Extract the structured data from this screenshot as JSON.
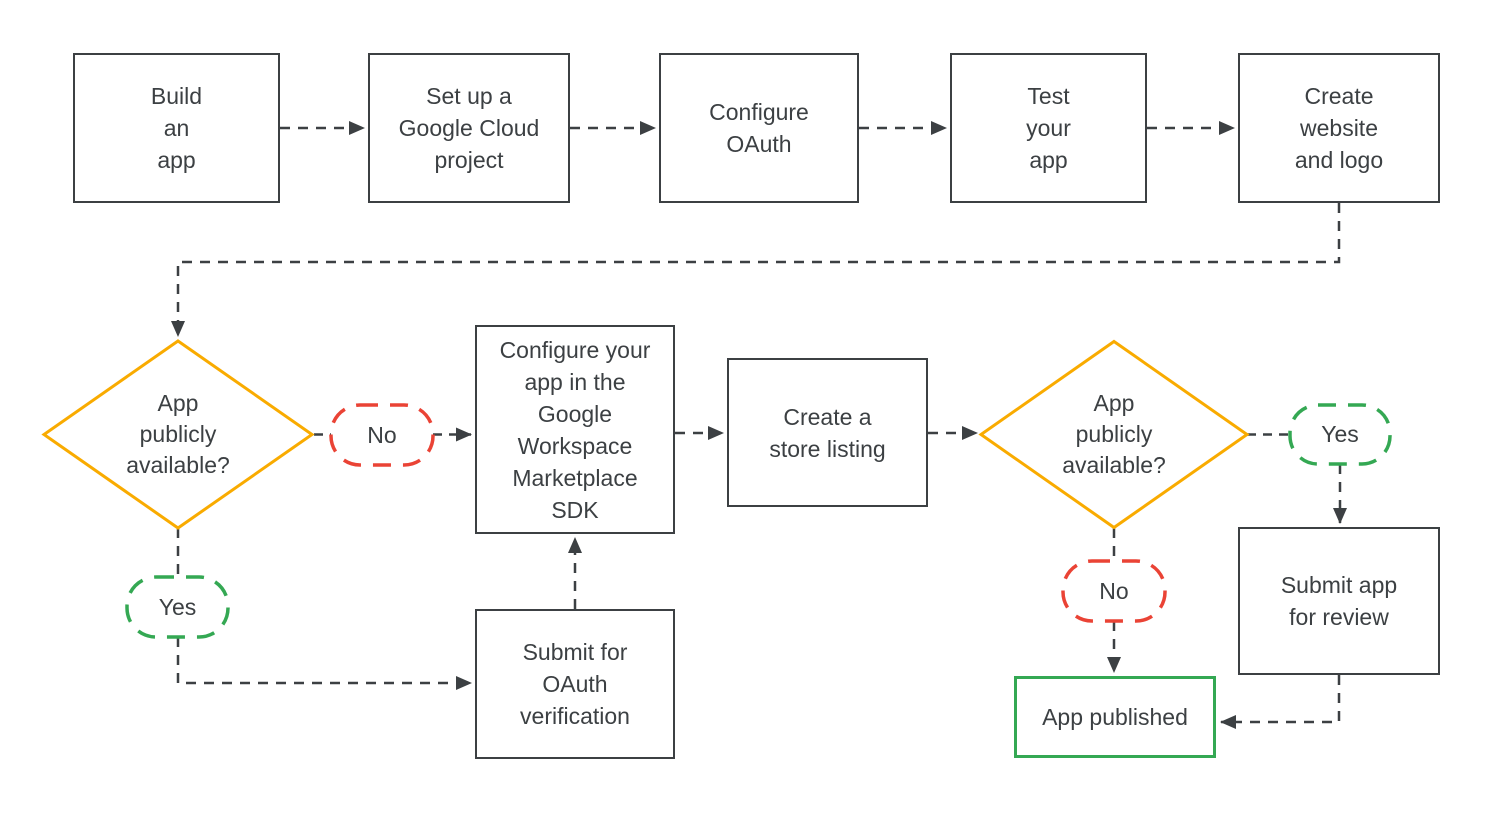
{
  "colors": {
    "ink": "#3c4043",
    "decision_outline": "#f9ab00",
    "no_branch_outline": "#ea4335",
    "yes_branch_outline": "#34a853",
    "published_outline": "#34a853"
  },
  "nodes": {
    "build_app": {
      "label": "Build\nan\napp"
    },
    "cloud_project": {
      "label": "Set up a\nGoogle Cloud\nproject"
    },
    "configure_oauth": {
      "label": "Configure\nOAuth"
    },
    "test_app": {
      "label": "Test\nyour\napp"
    },
    "website_logo": {
      "label": "Create\nwebsite\nand logo"
    },
    "decision_left": {
      "label": "App\npublicly\navailable?"
    },
    "marketplace_sdk": {
      "label": "Configure your\napp in the\nGoogle\nWorkspace\nMarketplace\nSDK"
    },
    "store_listing": {
      "label": "Create a\nstore listing"
    },
    "oauth_verification": {
      "label": "Submit for\nOAuth\nverification"
    },
    "decision_right": {
      "label": "App\npublicly\navailable?"
    },
    "submit_review": {
      "label": "Submit app\nfor review"
    },
    "app_published": {
      "label": "App published"
    },
    "branch_no_left": {
      "label": "No"
    },
    "branch_yes_left": {
      "label": "Yes"
    },
    "branch_yes_right": {
      "label": "Yes"
    },
    "branch_no_right": {
      "label": "No"
    }
  },
  "edges": [
    {
      "from": "build_app",
      "to": "cloud_project"
    },
    {
      "from": "cloud_project",
      "to": "configure_oauth"
    },
    {
      "from": "configure_oauth",
      "to": "test_app"
    },
    {
      "from": "test_app",
      "to": "website_logo"
    },
    {
      "from": "website_logo",
      "to": "decision_left"
    },
    {
      "from": "decision_left",
      "to": "marketplace_sdk",
      "label": "No"
    },
    {
      "from": "decision_left",
      "to": "oauth_verification",
      "label": "Yes"
    },
    {
      "from": "oauth_verification",
      "to": "marketplace_sdk"
    },
    {
      "from": "marketplace_sdk",
      "to": "store_listing"
    },
    {
      "from": "store_listing",
      "to": "decision_right"
    },
    {
      "from": "decision_right",
      "to": "submit_review",
      "label": "Yes"
    },
    {
      "from": "decision_right",
      "to": "app_published",
      "label": "No"
    },
    {
      "from": "submit_review",
      "to": "app_published"
    }
  ]
}
